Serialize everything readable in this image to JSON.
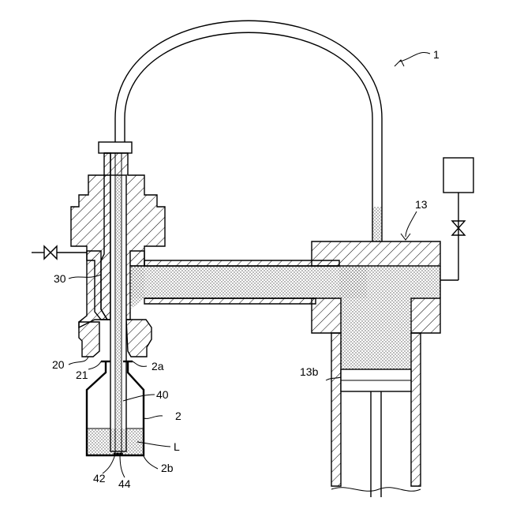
{
  "figure": {
    "labels": {
      "device": "1",
      "container_body": "13",
      "container_bottom": "13b",
      "member_20": "20",
      "member_21": "21",
      "opening_2a": "2a",
      "member_30": "30",
      "nozzle_40": "40",
      "vessel_2": "2",
      "liquid_L": "L",
      "bottom_2b": "2b",
      "tip_42": "42",
      "tip_44": "44"
    },
    "colors": {
      "line": "#000000",
      "background": "#ffffff",
      "liquid_dots": "#555555"
    }
  }
}
